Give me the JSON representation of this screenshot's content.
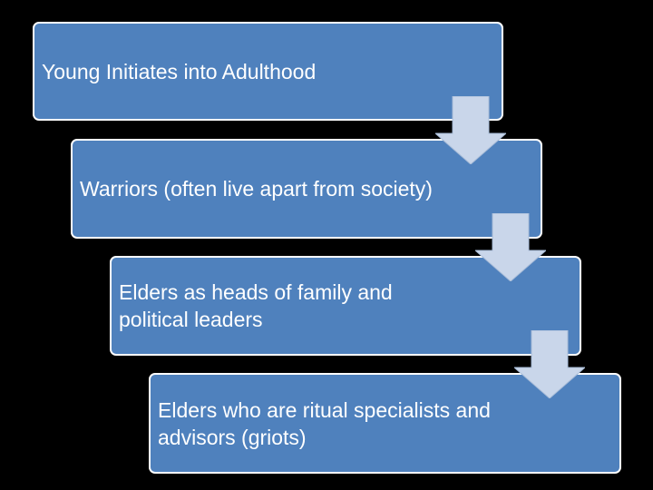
{
  "diagram": {
    "steps": [
      {
        "label": "Young Initiates into Adulthood"
      },
      {
        "label": "Warriors (often live apart from society)"
      },
      {
        "label": "Elders as heads of family and political leaders"
      },
      {
        "label": "Elders who are ritual specialists and advisors (griots)"
      }
    ],
    "colors": {
      "background": "#000000",
      "box_fill": "#4f81bd",
      "box_border": "#ffffff",
      "arrow_fill": "#c9d6ea",
      "text": "#ffffff"
    },
    "arrow_icon": "down-arrow-icon"
  }
}
